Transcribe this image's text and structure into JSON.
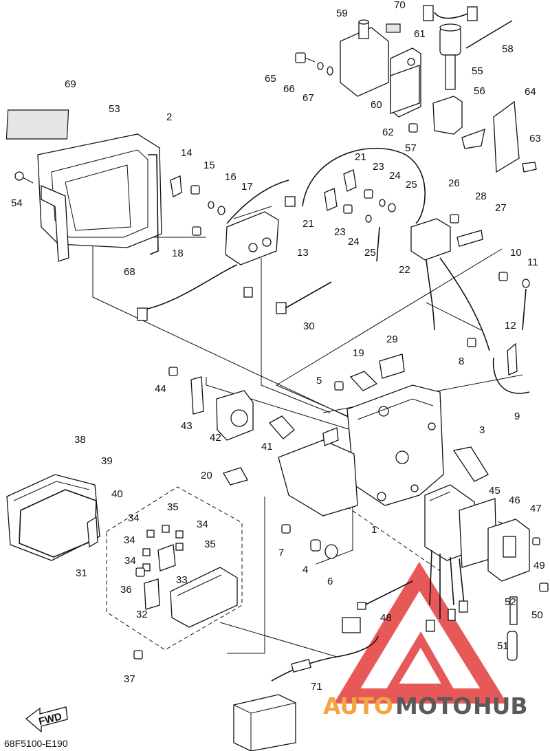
{
  "diagram": {
    "part_labels": [
      "1",
      "2",
      "3",
      "4",
      "5",
      "6",
      "7",
      "8",
      "9",
      "10",
      "11",
      "12",
      "13",
      "14",
      "15",
      "16",
      "17",
      "18",
      "19",
      "20",
      "21",
      "21",
      "22",
      "23",
      "23",
      "24",
      "24",
      "25",
      "25",
      "26",
      "27",
      "28",
      "29",
      "30",
      "31",
      "32",
      "33",
      "34",
      "34",
      "34",
      "34",
      "35",
      "35",
      "36",
      "37",
      "38",
      "39",
      "40",
      "41",
      "42",
      "43",
      "44",
      "45",
      "46",
      "47",
      "48",
      "49",
      "50",
      "51",
      "52",
      "53",
      "54",
      "55",
      "56",
      "57",
      "58",
      "59",
      "60",
      "61",
      "62",
      "63",
      "64",
      "65",
      "66",
      "67",
      "68",
      "69",
      "70",
      "71"
    ],
    "direction_label": "FWD",
    "diagram_code": "68F5100-E190"
  },
  "watermark": {
    "brand_auto": "AUTO",
    "brand_moto": "MOTO",
    "brand_hub": "HUB",
    "triangle_color": "#e33b3b",
    "orange_color": "#f2a541",
    "gray_color": "#5a5a5a"
  }
}
